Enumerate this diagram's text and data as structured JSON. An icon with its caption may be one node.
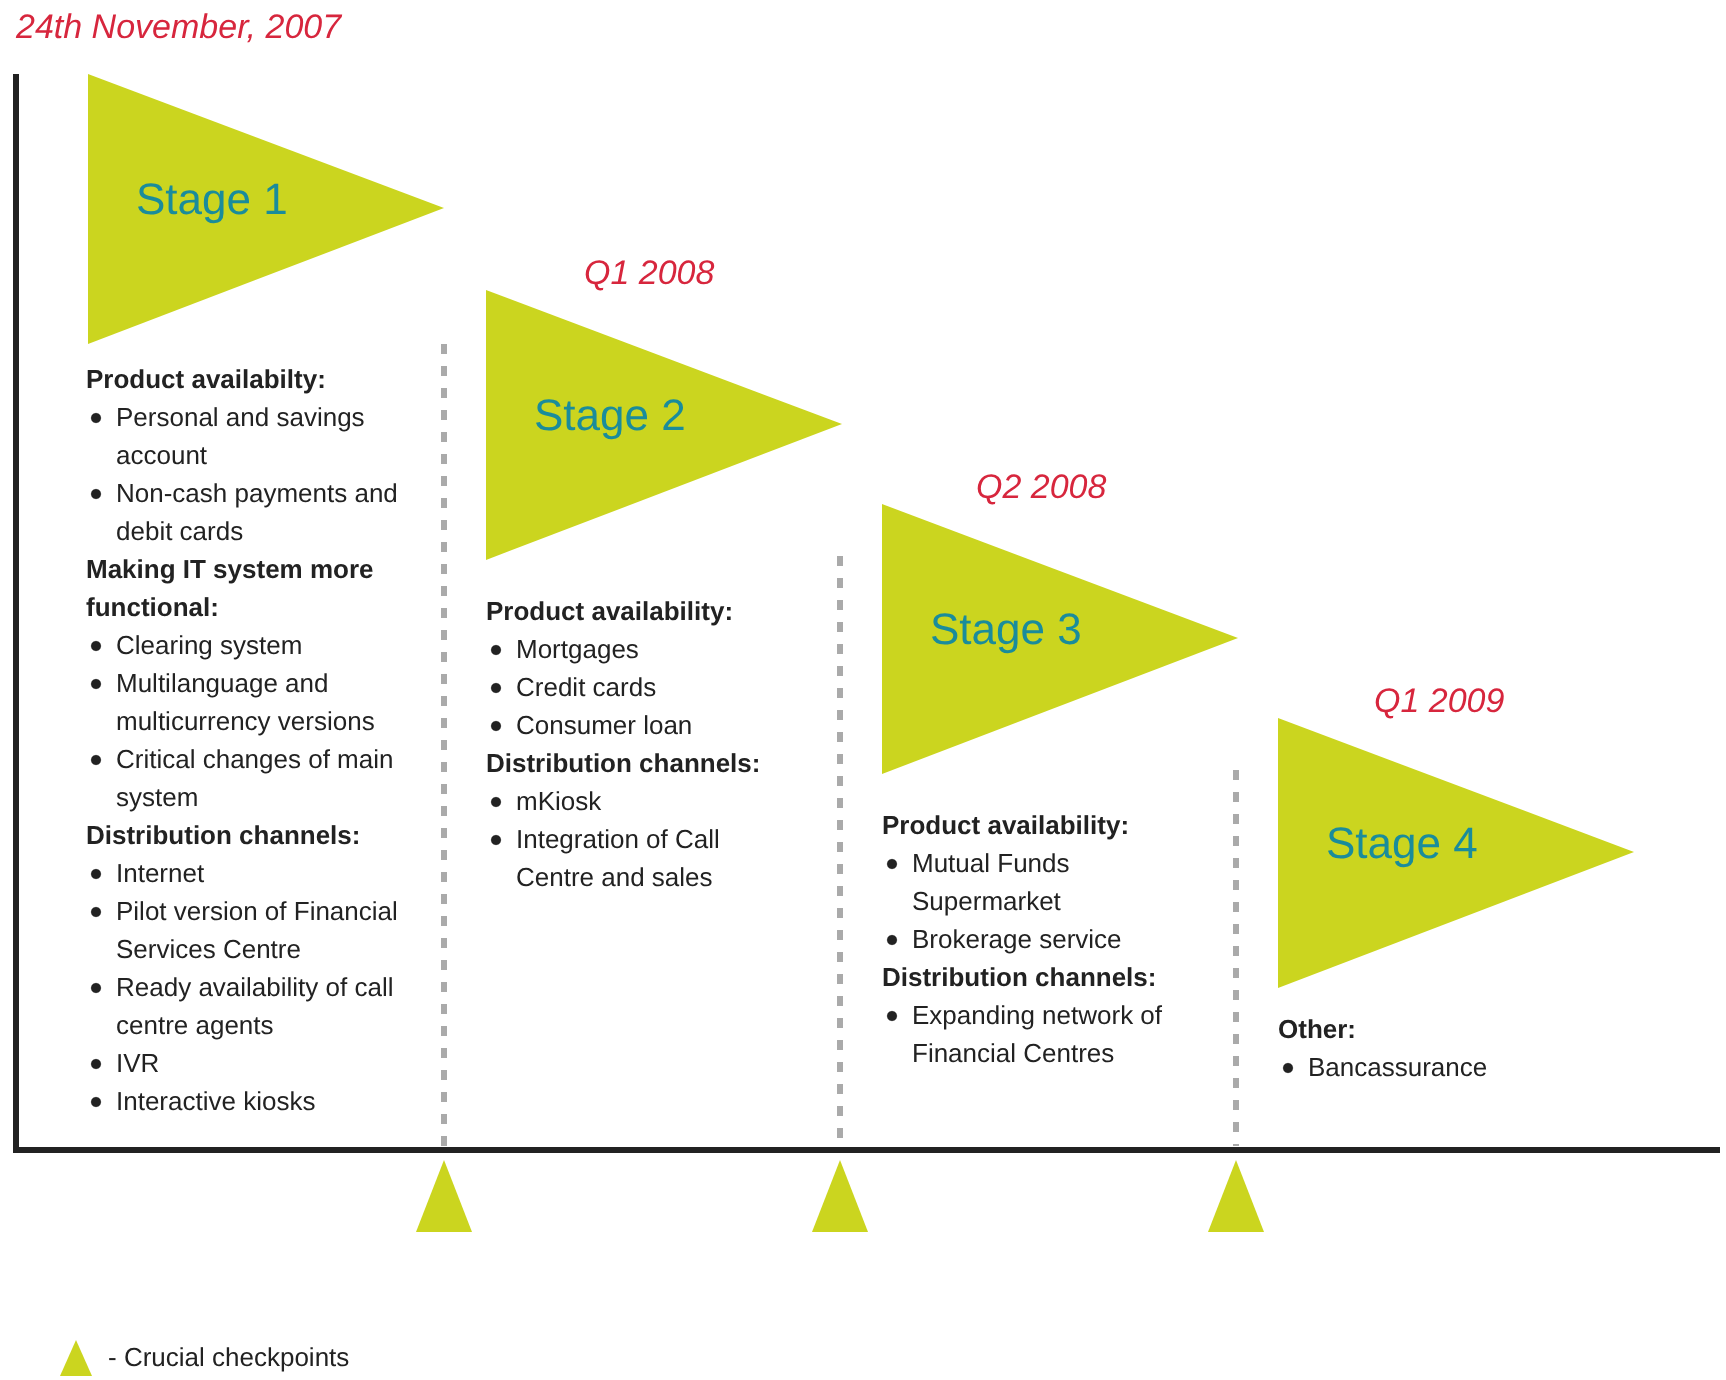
{
  "diagram": {
    "nodes": [
      {
        "text": [
          "Stage 1"
        ],
        "beside": [
          "24th November, 2007"
        ]
      },
      {
        "text": [
          "Stage 2"
        ],
        "beside": [
          "Q1 2008"
        ]
      },
      {
        "text": [
          "Stage 3"
        ],
        "beside": [
          "Q2 2008"
        ]
      },
      {
        "text": [
          "Stage 4"
        ],
        "beside": [
          "Q1 2009"
        ]
      }
    ],
    "edges": [],
    "labels": [
      "Product availabilty:",
      "Personal and savings account",
      "Non-cash payments and debit cards",
      "Making IT system more functional:",
      "Clearing system",
      "Multilanguage and multicurrency versions",
      "Critical changes of main system",
      "Distribution channels:",
      "Internet",
      "Pilot version of Financial Services Centre",
      "Ready availability of call centre agents",
      "IVR",
      "Interactive kiosks",
      "Product availability:",
      "Mortgages",
      "Credit cards",
      "Consumer loan",
      "Distribution channels:",
      "mKiosk",
      "Integration of Call Centre and sales",
      "Product availability:",
      "Mutual Funds Supermarket",
      "Brokerage service",
      "Distribution channels:",
      "Expanding network of Financial Centres",
      "Other:",
      "Bancassurance"
    ],
    "legend": [
      {
        "text": "- Crucial checkpoints"
      }
    ]
  }
}
